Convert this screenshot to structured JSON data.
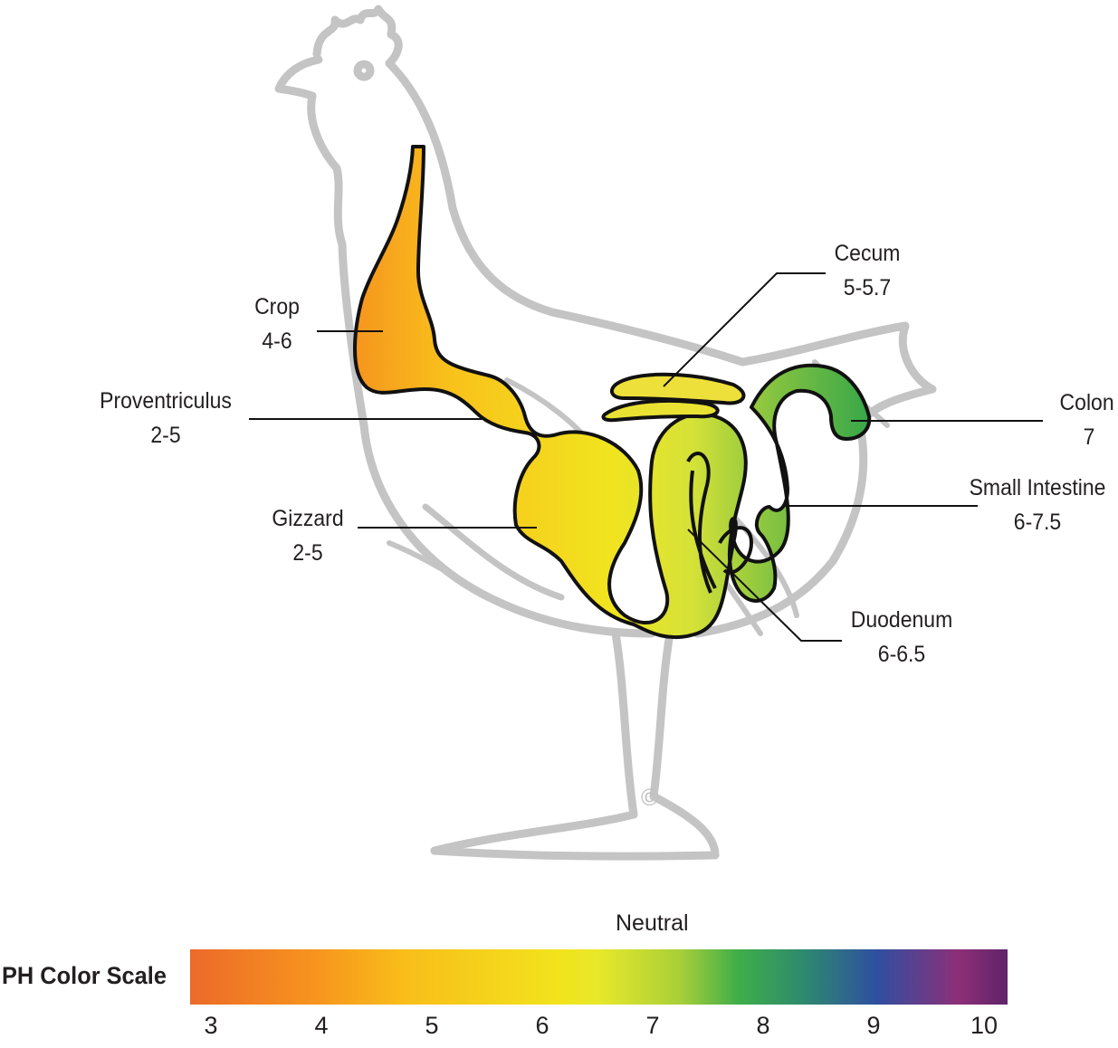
{
  "organs": [
    {
      "name": "Crop",
      "ph": "4-6"
    },
    {
      "name": "Proventriculus",
      "ph": "2-5"
    },
    {
      "name": "Gizzard",
      "ph": "2-5"
    },
    {
      "name": "Cecum",
      "ph": "5-5.7"
    },
    {
      "name": "Colon",
      "ph": "7"
    },
    {
      "name": "Small Intestine",
      "ph": "6-7.5"
    },
    {
      "name": "Duodenum",
      "ph": "6-6.5"
    }
  ],
  "scale": {
    "title": "PH Color Scale",
    "neutral_label": "Neutral",
    "ticks": [
      "3",
      "4",
      "5",
      "6",
      "7",
      "8",
      "9",
      "10"
    ],
    "colors": [
      "#ec6a2a",
      "#f7931e",
      "#f9bd1a",
      "#f2e31c",
      "#3fae49",
      "#2e4fa1",
      "#8d2f78",
      "#5f2369"
    ]
  },
  "copyright_symbol": "©"
}
